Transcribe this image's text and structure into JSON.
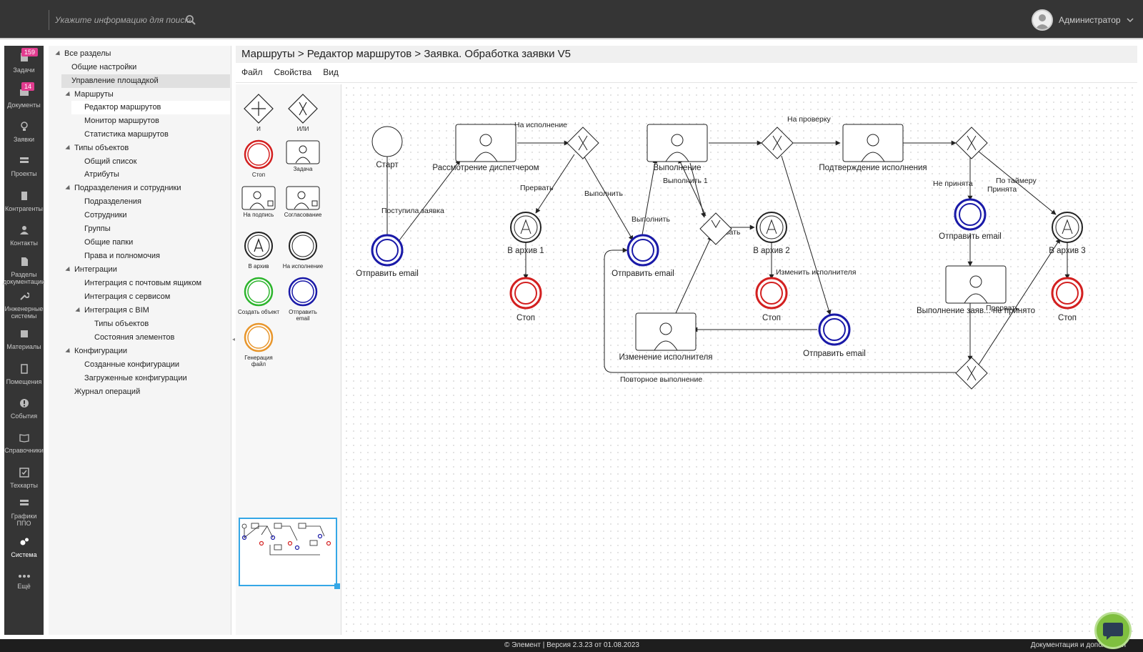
{
  "search": {
    "placeholder": "Укажите информацию для поиска"
  },
  "user": {
    "name": "Администратор"
  },
  "nav": [
    {
      "label": "Задачи",
      "badge": "159"
    },
    {
      "label": "Документы",
      "badge": "14"
    },
    {
      "label": "Заявки"
    },
    {
      "label": "Проекты"
    },
    {
      "label": "Контрагенты"
    },
    {
      "label": "Контакты"
    },
    {
      "label": "Разделы документации"
    },
    {
      "label": "Инженерные системы"
    },
    {
      "label": "Материалы"
    },
    {
      "label": "Помещения"
    },
    {
      "label": "События"
    },
    {
      "label": "Справочники"
    },
    {
      "label": "Техкарты"
    },
    {
      "label": "Графики ППО"
    },
    {
      "label": "Система"
    },
    {
      "label": "Ещё"
    }
  ],
  "tree": [
    "Все разделы",
    "Общие настройки",
    "Управление площадкой",
    "Маршруты",
    "Редактор маршрутов",
    "Монитор маршрутов",
    "Статистика маршрутов",
    "Типы объектов",
    "Общий список",
    "Атрибуты",
    "Подразделения и сотрудники",
    "Подразделения",
    "Сотрудники",
    "Группы",
    "Общие папки",
    "Права и полномочия",
    "Интеграции",
    "Интеграция с почтовым ящиком",
    "Интеграция с сервисом",
    "Интеграция с BIM",
    "Типы объектов",
    "Состояния элементов",
    "Конфигурации",
    "Созданные конфигурации",
    "Загруженные конфигурации",
    "Журнал операций"
  ],
  "breadcrumb": "Маршруты > Редактор маршрутов > Заявка. Обработка заявки V5",
  "menu": {
    "file": "Файл",
    "props": "Свойства",
    "view": "Вид"
  },
  "palette": [
    "И",
    "ИЛИ",
    "Стоп",
    "Задача",
    "На подпись",
    "Согласование",
    "В архив",
    "На исполнение",
    "Создать объект",
    "Отправить email",
    "Генерация файл"
  ],
  "diagram": {
    "nodes": {
      "start": "Старт",
      "email1": "Отправить email",
      "review": "Рассмотрение диспетчером",
      "archive1": "В архив 1",
      "stop1": "Стоп",
      "email2": "Отправить email",
      "execution": "Выполнение",
      "archive2": "В архив 2",
      "stop2": "Стоп",
      "change": "Изменение исполнителя",
      "email3": "Отправить email",
      "confirm": "Подтверждение исполнения",
      "email4": "Отправить email",
      "reqexec": "Выполнение заяв... не принято",
      "archive3": "В архив 3",
      "stop3": "Стоп"
    },
    "edges": {
      "received": "Поступила заявка",
      "toexec": "На исполнение",
      "interrupt1": "Прервать",
      "perform1": "Выполнить",
      "perform2": "Выполнить",
      "perform3": "Выполнить 1",
      "interrupt2": "Прервать",
      "tocheck": "На проверку",
      "changeperf": "Изменить исполнителя",
      "repeat": "Повторное выполнение",
      "notaccepted": "Не принята",
      "bytimer": "По таймеру",
      "accepted": "Принята",
      "interrupt3": "Прервать"
    }
  },
  "footer": {
    "center": "© Элемент  |  Версия 2.3.23 от 01.08.2023",
    "right": "Документация и дополнения"
  }
}
